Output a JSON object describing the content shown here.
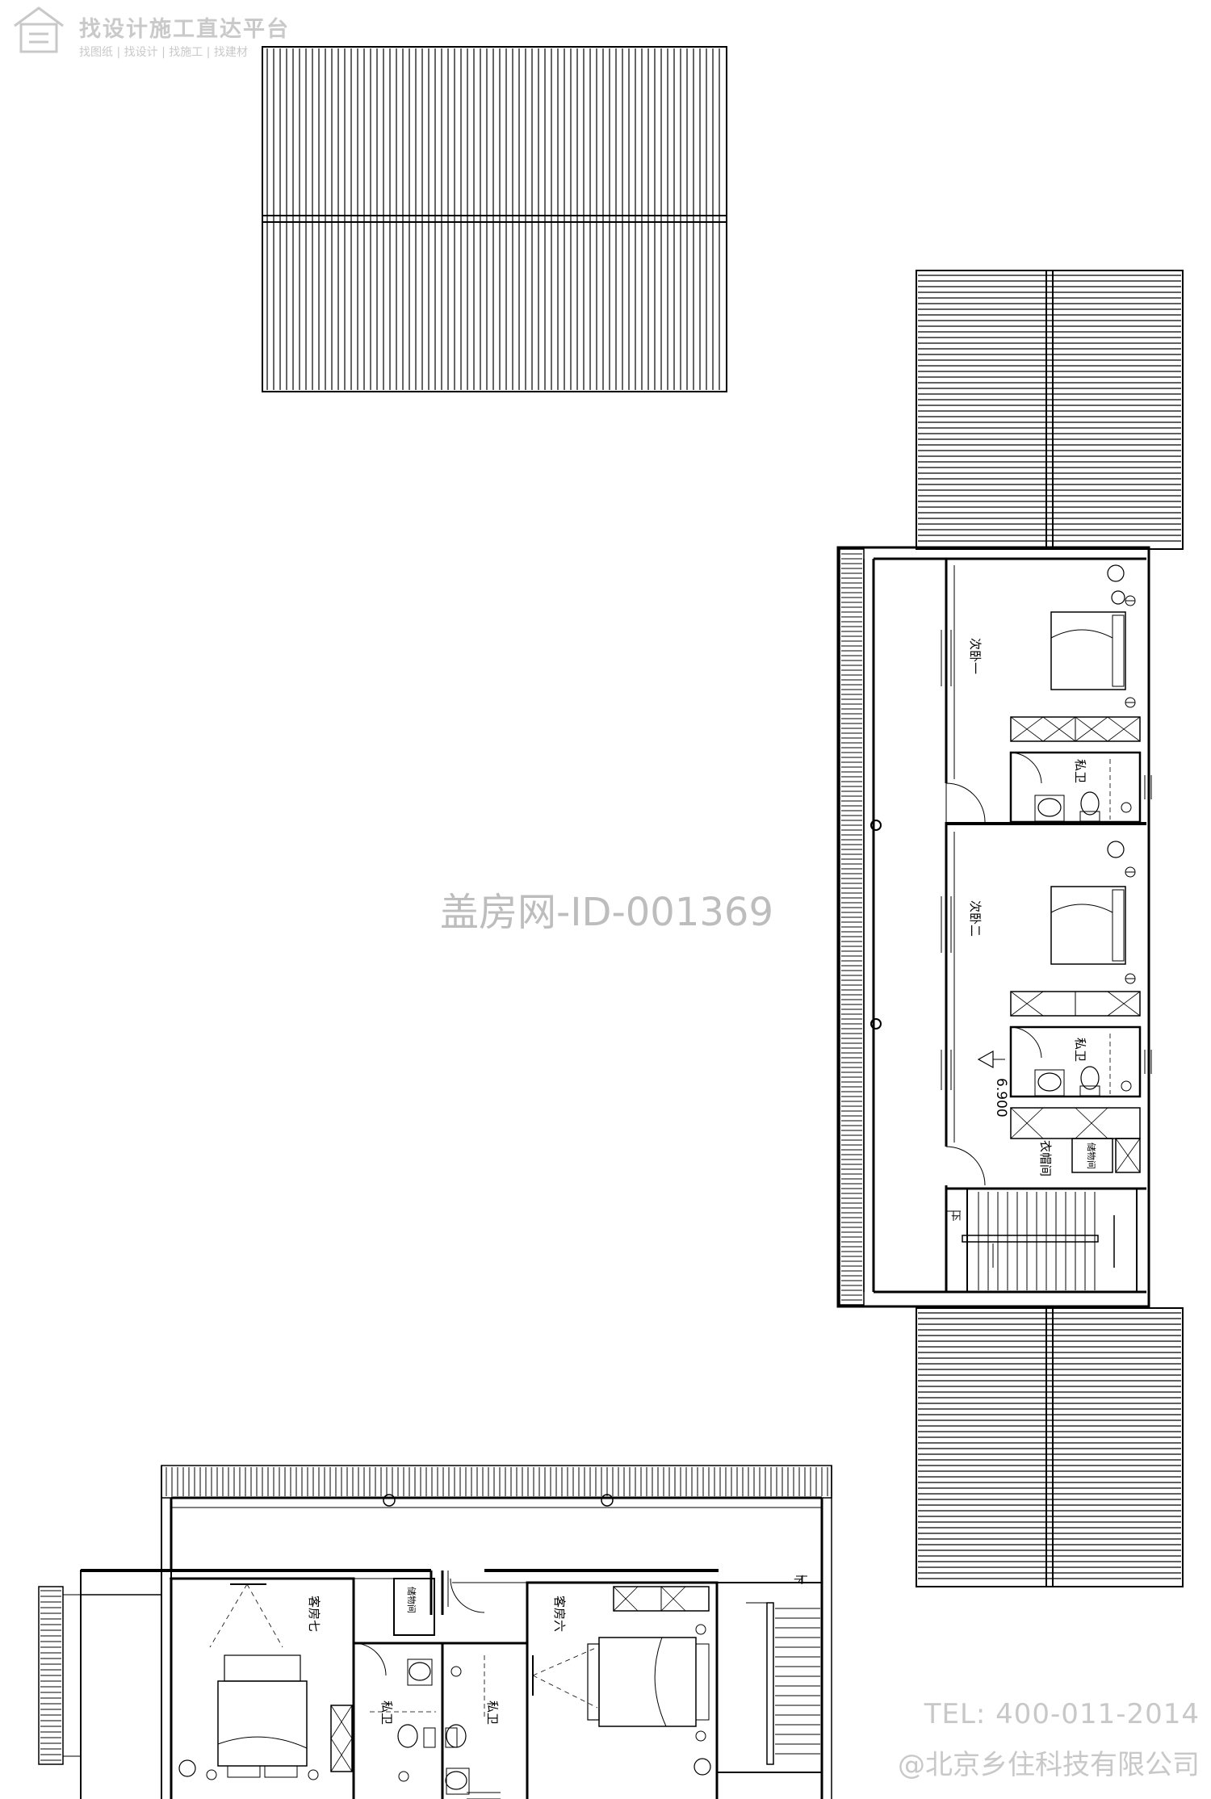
{
  "brand": {
    "title": "找设计施工直达平台",
    "tagline": "找图纸 | 找设计 | 找施工 | 找建材",
    "logo_icon": "house-logo-icon"
  },
  "watermark": {
    "id_text": "盖房网-ID-001369",
    "tel": "TEL: 400-011-2014",
    "company": "@北京乡住科技有限公司"
  },
  "rooms": {
    "bedroom1": "次卧一",
    "bath1": "私卫",
    "bedroom2": "次卧二",
    "bath2": "私卫",
    "cloakroom": "衣帽间",
    "storage_upper": "储物间",
    "guest7": "客房七",
    "guest6": "客房六",
    "bath_guest7": "私卫",
    "bath_guest6": "私卫",
    "storage_lower": "储物间"
  },
  "annotations": {
    "elevation": "6.900",
    "stair_down_upper": "下",
    "stair_down_lower": "下"
  },
  "colors": {
    "line": "#000000",
    "watermark": "#c8c8c8"
  }
}
